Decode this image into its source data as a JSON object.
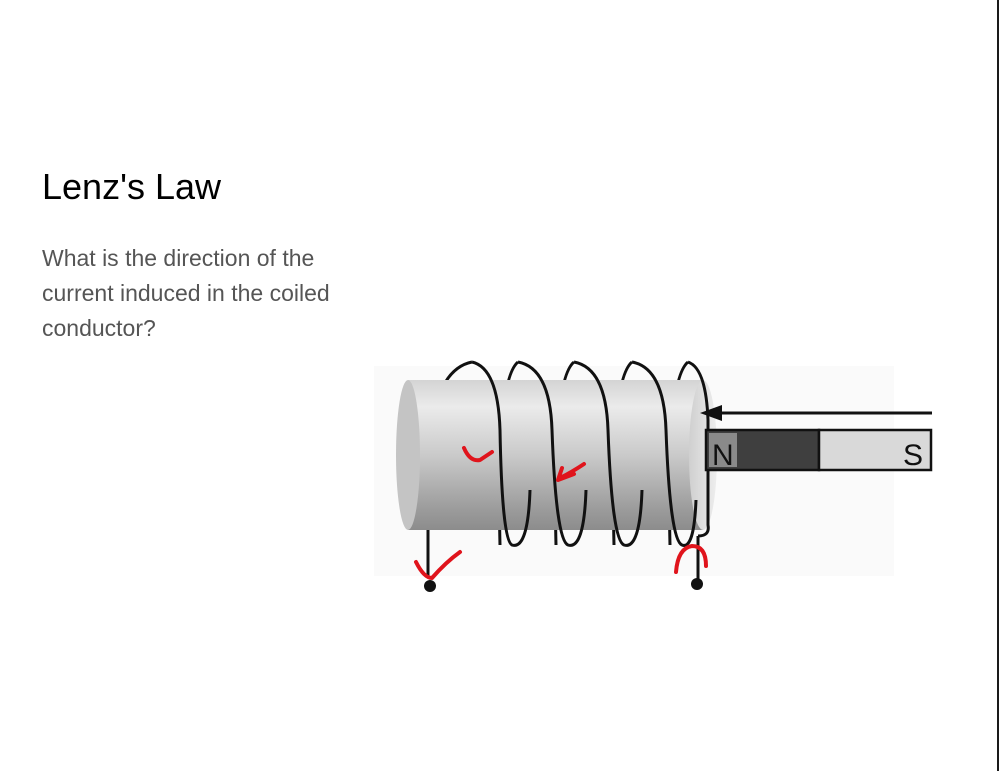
{
  "slide": {
    "title": "Lenz's Law",
    "question": "What is the direction of the current induced in the coiled conductor?"
  },
  "diagram": {
    "magnet": {
      "north_label": "N",
      "south_label": "S",
      "north_color": "#3f3f3f",
      "south_color": "#d9d9d9"
    },
    "motion_arrow_direction": "left",
    "coil_turns": 5,
    "annotation_color": "#e0141c"
  },
  "colors": {
    "title_text": "#000000",
    "body_text": "#555555",
    "wire": "#111111",
    "core_gray": "#c8c8c8"
  }
}
